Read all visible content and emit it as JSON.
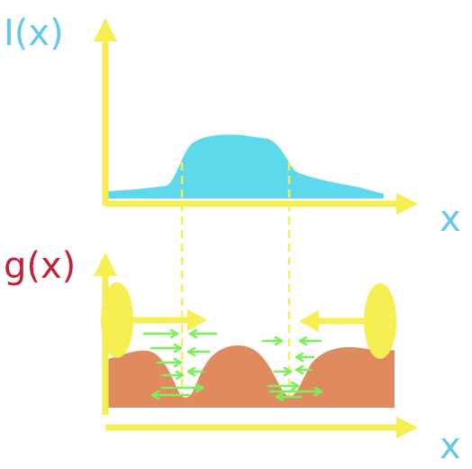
{
  "labels": {
    "top_y": "I(x)",
    "top_x": "x",
    "bottom_y": "g(x)",
    "bottom_x": "x"
  },
  "colors": {
    "axis": "#f6ef52",
    "intensity_fill": "#5ed9ec",
    "terrain_fill": "#e08a60",
    "force_arrow": "#7cf05c",
    "top_label": "#63c8ea",
    "bottom_label": "#c2213a",
    "dashed_line": "#f6ef52"
  }
}
